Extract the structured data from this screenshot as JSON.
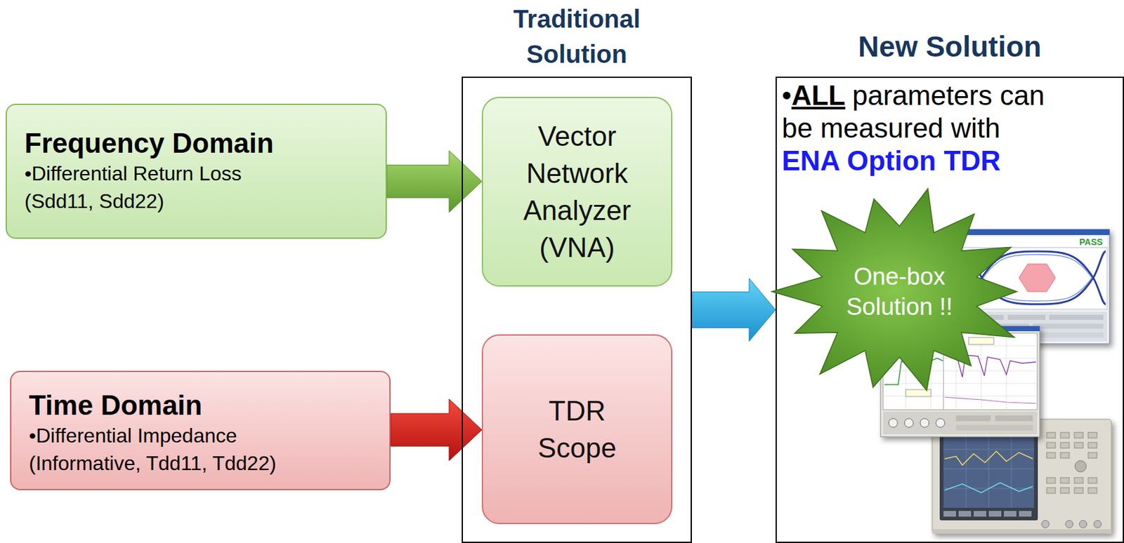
{
  "diagram": {
    "nodes": [
      {
        "text": [
          "Frequency Domain",
          "•Differential Return Loss (Sdd11, Sdd22)"
        ]
      },
      {
        "text": [
          "Time Domain",
          "•Differential Impedance (Informative, Tdd11, Tdd22)"
        ]
      },
      {
        "text": [
          "Traditional Solution"
        ]
      },
      {
        "text": [
          "Vector Network Analyzer (VNA)"
        ],
        "in": 2
      },
      {
        "text": [
          "TDR Scope"
        ],
        "in": 2
      },
      {
        "text": [
          "New Solution",
          "•",
          "ALL",
          "parameters can be measured with",
          "ENA Option TDR"
        ]
      },
      {
        "text": [
          "One-box Solution !!"
        ],
        "in": 5
      }
    ],
    "edges": [
      {
        "from": 0,
        "to": 3,
        "arrow": "to"
      },
      {
        "from": 1,
        "to": 4,
        "arrow": "to"
      },
      {
        "from": 2,
        "to": 5,
        "arrow": "to"
      }
    ],
    "labels": [
      "PASS"
    ]
  }
}
